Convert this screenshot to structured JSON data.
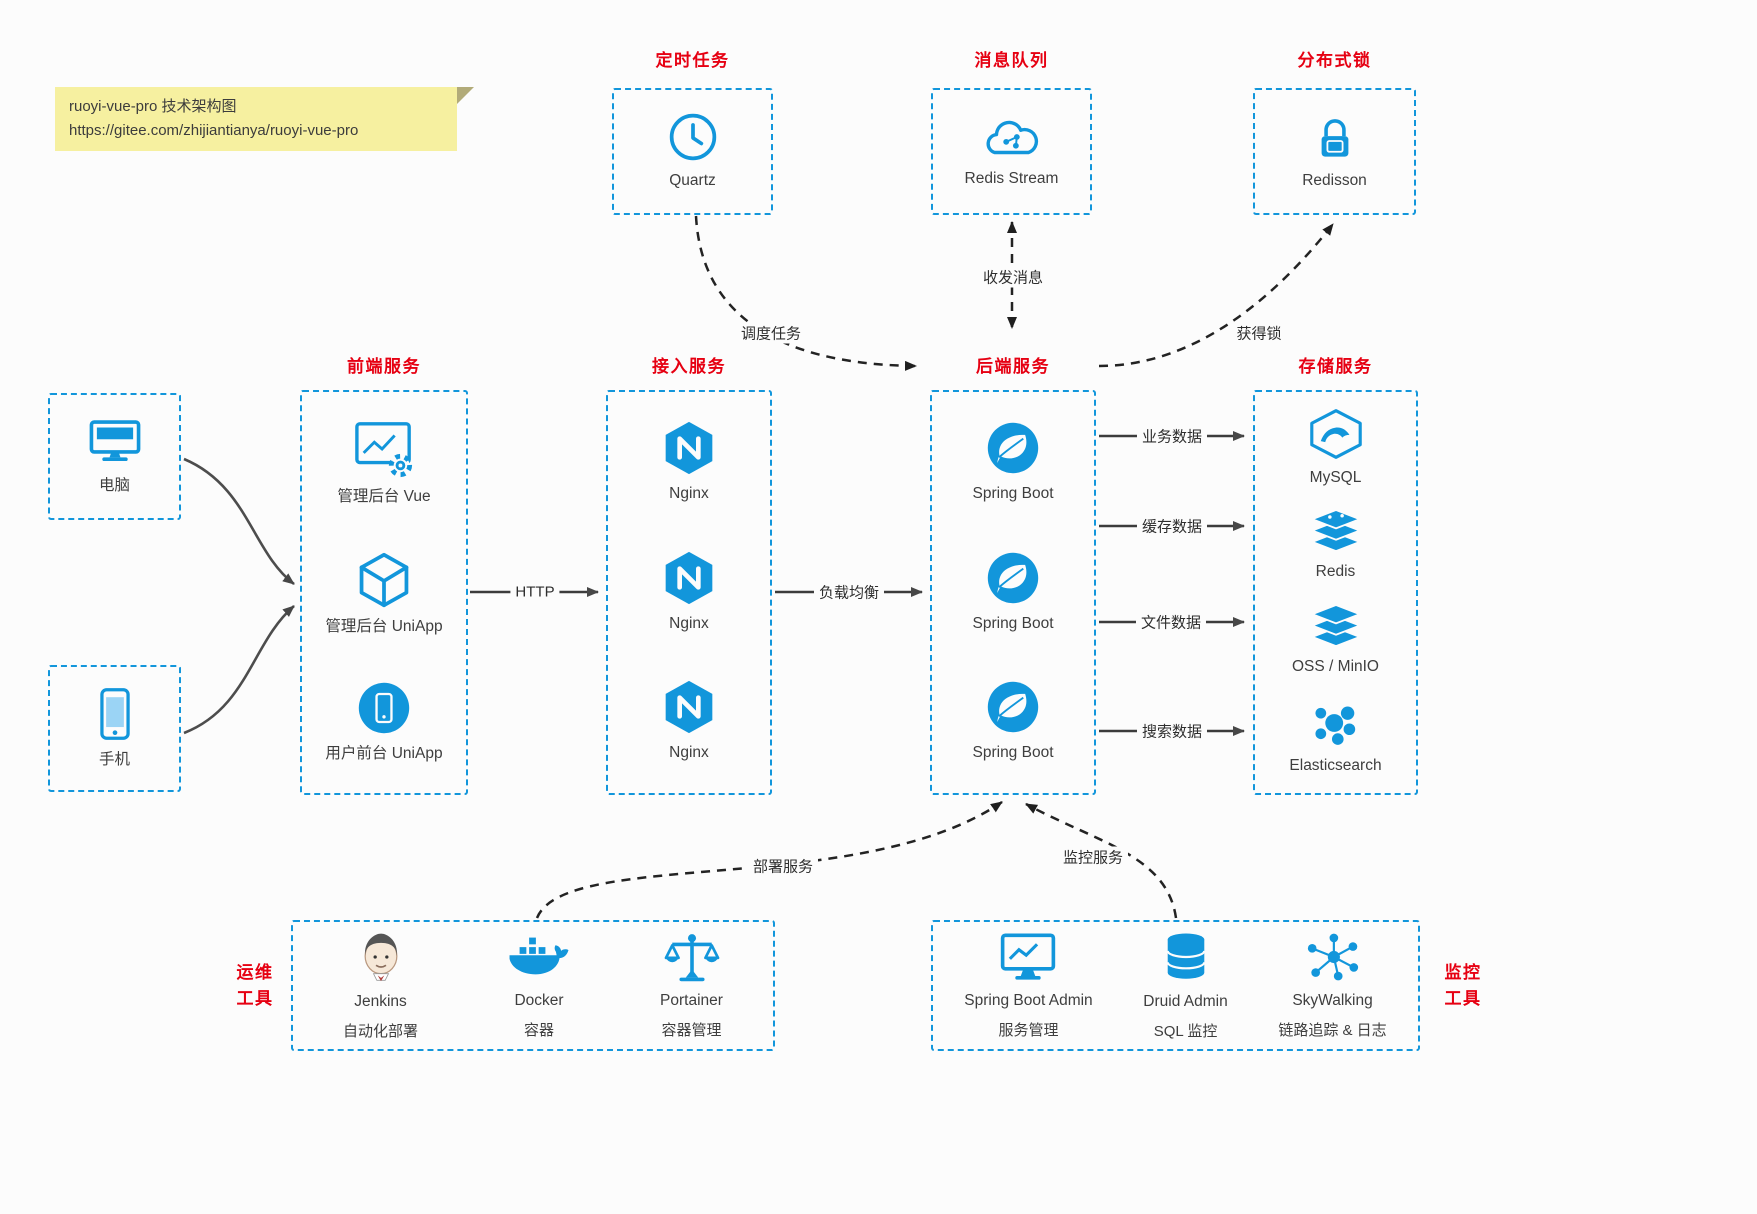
{
  "note": {
    "line1": "ruoyi-vue-pro 技术架构图",
    "line2": "https://gitee.com/zhijiantianya/ruoyi-vue-pro"
  },
  "top_services": [
    {
      "title": "定时任务",
      "label": "Quartz"
    },
    {
      "title": "消息队列",
      "label": "Redis Stream"
    },
    {
      "title": "分布式锁",
      "label": "Redisson"
    }
  ],
  "clients": [
    {
      "label": "电脑"
    },
    {
      "label": "手机"
    }
  ],
  "columns": [
    {
      "title": "前端服务",
      "items": [
        {
          "label": "管理后台 Vue"
        },
        {
          "label": "管理后台 UniApp"
        },
        {
          "label": "用户前台 UniApp"
        }
      ]
    },
    {
      "title": "接入服务",
      "items": [
        {
          "label": "Nginx"
        },
        {
          "label": "Nginx"
        },
        {
          "label": "Nginx"
        }
      ]
    },
    {
      "title": "后端服务",
      "items": [
        {
          "label": "Spring Boot"
        },
        {
          "label": "Spring Boot"
        },
        {
          "label": "Spring Boot"
        }
      ]
    },
    {
      "title": "存储服务",
      "items": [
        {
          "label": "MySQL"
        },
        {
          "label": "Redis"
        },
        {
          "label": "OSS / MinIO"
        },
        {
          "label": "Elasticsearch"
        }
      ]
    }
  ],
  "edges": {
    "http": "HTTP",
    "load_balance": "负载均衡",
    "business_data": "业务数据",
    "cache_data": "缓存数据",
    "file_data": "文件数据",
    "search_data": "搜索数据",
    "schedule_task": "调度任务",
    "send_receive_message": "收发消息",
    "acquire_lock": "获得锁",
    "deploy_service": "部署服务",
    "monitor_service": "监控服务"
  },
  "ops_tools": {
    "title_line1": "运维",
    "title_line2": "工具",
    "items": [
      {
        "label": "Jenkins",
        "sub": "自动化部署"
      },
      {
        "label": "Docker",
        "sub": "容器"
      },
      {
        "label": "Portainer",
        "sub": "容器管理"
      }
    ]
  },
  "monitor_tools": {
    "title_line1": "监控",
    "title_line2": "工具",
    "items": [
      {
        "label": "Spring Boot Admin",
        "sub": "服务管理"
      },
      {
        "label": "Druid Admin",
        "sub": "SQL 监控"
      },
      {
        "label": "SkyWalking",
        "sub": "链路追踪 & 日志"
      }
    ]
  },
  "colors": {
    "accent_blue": "#1296db",
    "title_red": "#e60012",
    "note_yellow": "#f6f0a0"
  }
}
